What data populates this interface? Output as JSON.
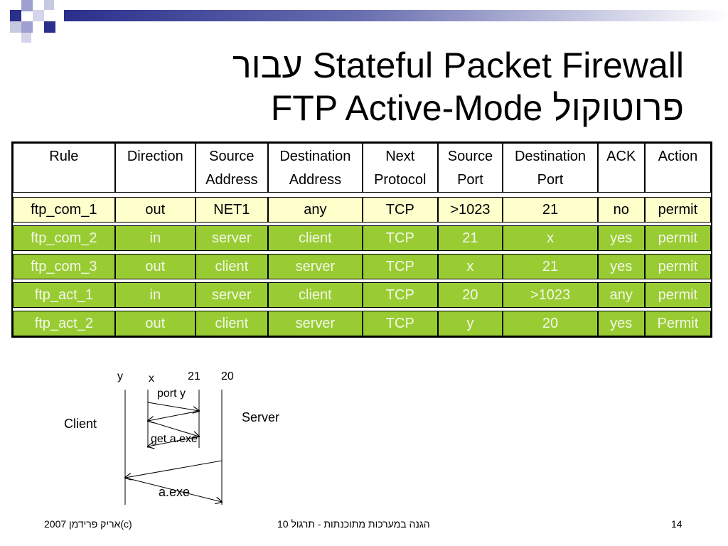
{
  "title": {
    "line1": "עבור Stateful Packet Firewall",
    "line2": "FTP Active-Mode פרוטוקול"
  },
  "table": {
    "headers": [
      [
        "Rule",
        ""
      ],
      [
        "Direction",
        ""
      ],
      [
        "Source",
        "Address"
      ],
      [
        "Destination",
        "Address"
      ],
      [
        "Next",
        "Protocol"
      ],
      [
        "Source",
        "Port"
      ],
      [
        "Destination",
        "Port"
      ],
      [
        "ACK",
        ""
      ],
      [
        "Action",
        ""
      ]
    ],
    "rows": [
      [
        "ftp_com_1",
        "out",
        "NET1",
        "any",
        "TCP",
        ">1023",
        "21",
        "no",
        "permit"
      ],
      [
        "ftp_com_2",
        "in",
        "server",
        "client",
        "TCP",
        "21",
        "x",
        "yes",
        "permit"
      ],
      [
        "ftp_com_3",
        "out",
        "client",
        "server",
        "TCP",
        "x",
        "21",
        "yes",
        "permit"
      ],
      [
        "ftp_act_1",
        "in",
        "server",
        "client",
        "TCP",
        "20",
        ">1023",
        "any",
        "permit"
      ],
      [
        "ftp_act_2",
        "out",
        "client",
        "server",
        "TCP",
        "y",
        "20",
        "yes",
        "Permit"
      ]
    ]
  },
  "diagram": {
    "client_label": "Client",
    "server_label": "Server",
    "port_y": "y",
    "port_x": "x",
    "port_21": "21",
    "port_20": "20",
    "msg_port": "port y",
    "msg_get": "get a.exe",
    "msg_file": "a.exe"
  },
  "footer": {
    "left": "2007 אריק פרידמן(c)",
    "center": "הגנה במערכות מתוכנתות - תרגול 10",
    "page_number": "14"
  },
  "colors": {
    "highlight_row": "#ffffcc",
    "green_row": "#99cc33",
    "accent_blue": "#2b2f8c"
  }
}
